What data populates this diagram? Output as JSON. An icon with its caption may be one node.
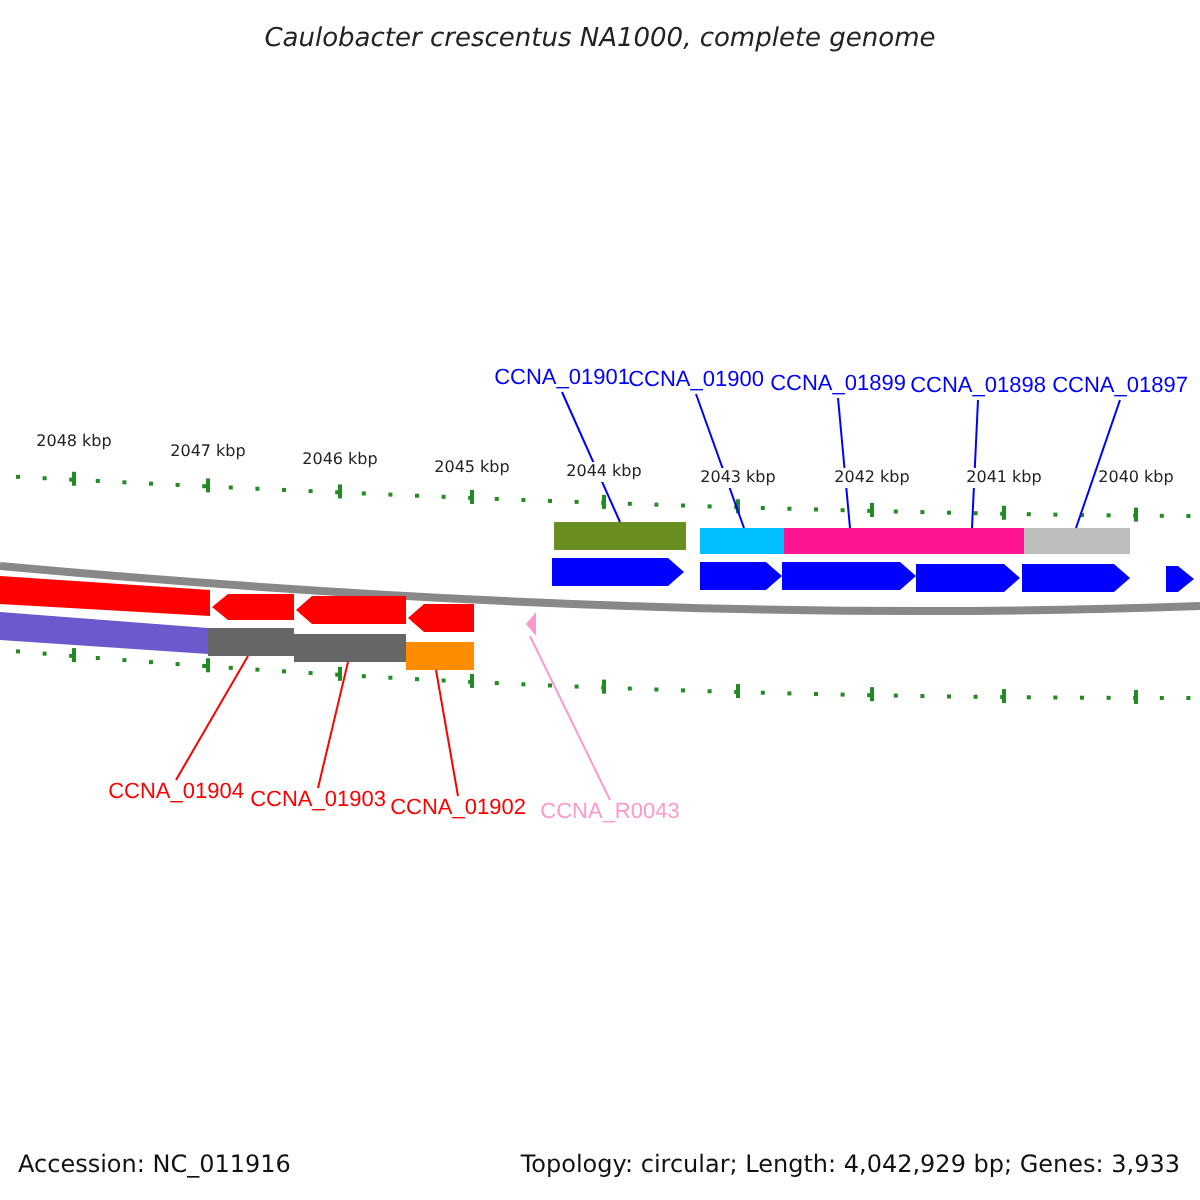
{
  "diagram": {
    "title": "Caulobacter crescentus NA1000, complete genome",
    "nodes": [
      {
        "text": [
          "CCNA_01901"
        ]
      },
      {
        "text": [
          "CCNA_01900"
        ]
      },
      {
        "text": [
          "CCNA_01899"
        ]
      },
      {
        "text": [
          "CCNA_01898"
        ]
      },
      {
        "text": [
          "CCNA_01897"
        ]
      },
      {
        "text": [
          "CCNA_01904"
        ]
      },
      {
        "text": [
          "CCNA_01903"
        ]
      },
      {
        "text": [
          "CCNA_01902"
        ]
      },
      {
        "text": [
          "CCNA_R0043"
        ]
      },
      {
        "text": [],
        "shape": "bar"
      },
      {
        "text": [],
        "shape": "bar"
      },
      {
        "text": [],
        "shape": "bar"
      },
      {
        "text": [],
        "shape": "bar"
      },
      {
        "text": [],
        "shape": "bar"
      },
      {
        "text": [],
        "shape": "bar"
      },
      {
        "text": [],
        "shape": "bar"
      },
      {
        "text": [],
        "shape": "bar"
      },
      {
        "text": [],
        "shape": "triangle"
      }
    ],
    "edges": [
      {
        "from": 0,
        "to": 9,
        "arrow": "none"
      },
      {
        "from": 1,
        "to": 10,
        "arrow": "none"
      },
      {
        "from": 2,
        "to": 11,
        "arrow": "none"
      },
      {
        "from": 3,
        "to": 12,
        "arrow": "none"
      },
      {
        "from": 4,
        "to": 13,
        "arrow": "none"
      },
      {
        "from": 5,
        "to": 14,
        "arrow": "none",
        "color": "#ff0000"
      },
      {
        "from": 6,
        "to": 15,
        "arrow": "none",
        "color": "#ff0000"
      },
      {
        "from": 7,
        "to": 16,
        "arrow": "none",
        "color": "#ff0000"
      },
      {
        "from": 8,
        "to": 17,
        "arrow": "none",
        "color": "#ff99cc"
      }
    ],
    "labels": [
      "2048 kbp",
      "2047 kbp",
      "2046 kbp",
      "2045 kbp",
      "2044 kbp",
      "2043 kbp",
      "2042 kbp",
      "2041 kbp",
      "2040 kbp",
      "Accession: NC_011916",
      "Topology: circular; Length: 4,042,929 bp; Genes: 3,933"
    ]
  }
}
